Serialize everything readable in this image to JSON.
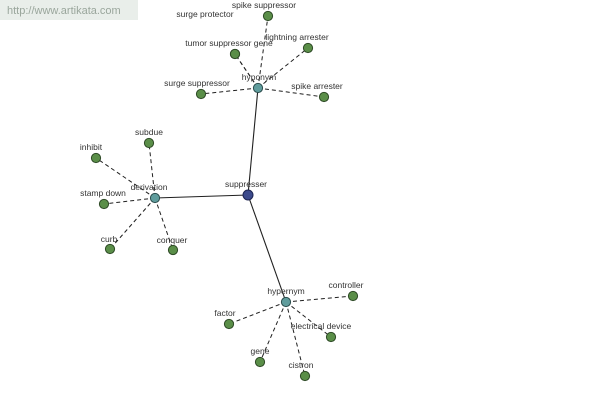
{
  "watermark": "http://www.artikata.com",
  "graph": {
    "root": "suppresser",
    "hubs": {
      "hyponym": "hyponym",
      "derivation": "derivation",
      "hypernym": "hypernym"
    },
    "groups": {
      "hyponym": [
        "surge protector",
        "spike suppressor",
        "tumor suppressor gene",
        "lightning arrester",
        "surge suppressor",
        "spike arrester"
      ],
      "derivation": [
        "subdue",
        "inhibit",
        "stamp down",
        "curb",
        "conquer"
      ],
      "hypernym": [
        "controller",
        "factor",
        "electrical device",
        "gene",
        "cistron"
      ]
    }
  }
}
